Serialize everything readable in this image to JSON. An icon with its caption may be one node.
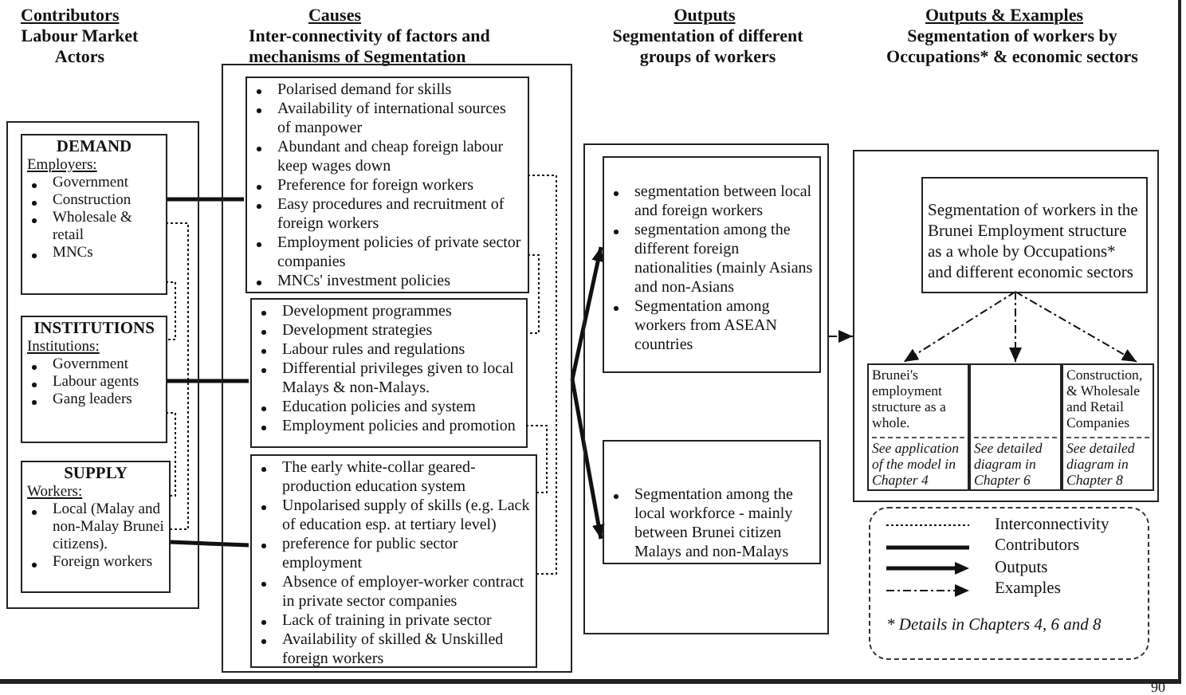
{
  "diagram": {
    "nodes": [
      {
        "text": [],
        "shape": "box"
      },
      {
        "text": [
          "DEMAND",
          "Employers:",
          "Government",
          "Construction",
          "Wholesale & retail",
          "MNCs"
        ],
        "in": 0
      },
      {
        "text": [
          "INSTITUTIONS",
          "Institutions:",
          "Government",
          "Labour agents",
          "Gang leaders"
        ],
        "in": 0
      },
      {
        "text": [
          "SUPPLY",
          "Workers:",
          "Local (Malay and non-Malay Brunei citizens).",
          "Foreign workers"
        ],
        "in": 0
      },
      {
        "text": [],
        "shape": "box"
      },
      {
        "text": [
          "Polarised demand for skills",
          "Availability of international sources of manpower",
          "Abundant and cheap foreign labour keep wages down",
          "Preference for foreign workers",
          "Easy procedures and recruitment of foreign workers",
          "Employment policies of private sector companies",
          "MNCs' investment policies"
        ],
        "in": 4
      },
      {
        "text": [
          "Development programmes",
          "Development strategies",
          "Labour rules and regulations",
          "Differential privileges given to local Malays & non-Malays.",
          "Education policies and system",
          "Employment policies and promotion"
        ],
        "in": 4
      },
      {
        "text": [
          "The early white-collar geared-production education system",
          "Unpolarised supply of skills (e.g. Lack of education esp. at tertiary level)",
          "preference for public sector employment",
          "Absence of employer-worker contract in private sector companies",
          "Lack of training in private sector",
          "Availability of skilled & Unskilled foreign workers"
        ],
        "in": 4
      },
      {
        "text": [],
        "shape": "box"
      },
      {
        "text": [
          "segmentation between local and foreign workers",
          "segmentation among the different foreign nationalities (mainly Asians and non-Asians",
          "Segmentation among workers from ASEAN countries"
        ],
        "in": 8
      },
      {
        "text": [
          "Segmentation among the local workforce - mainly between Brunei citizen Malays and non-Malays"
        ],
        "in": 8
      },
      {
        "text": [],
        "shape": "box"
      },
      {
        "text": [
          "Segmentation of workers in the Brunei Employment structure as a whole by Occupations* and different economic sectors"
        ],
        "in": 11
      },
      {
        "text": [
          "Brunei's employment structure as a whole.",
          "See application of the model in Chapter 4"
        ],
        "in": 11
      },
      {
        "text": [
          "See detailed diagram in Chapter 6"
        ],
        "in": 11
      },
      {
        "text": [
          "Construction, & Wholesale and Retail Companies",
          "See detailed diagram in Chapter 8"
        ],
        "in": 11
      }
    ],
    "edges": [
      {
        "from": 1,
        "to": 5,
        "arrow": "none",
        "style": "thick"
      },
      {
        "from": 2,
        "to": 6,
        "arrow": "none",
        "style": "thick"
      },
      {
        "from": 3,
        "to": 7,
        "arrow": "none",
        "style": "thick"
      },
      {
        "from": 1,
        "to": 2,
        "arrow": "none",
        "style": "dashed"
      },
      {
        "from": 2,
        "to": 3,
        "arrow": "none",
        "style": "dashed"
      },
      {
        "from": 1,
        "to": 3,
        "arrow": "none",
        "style": "dashed"
      },
      {
        "from": 5,
        "to": 6,
        "arrow": "none",
        "style": "dashed"
      },
      {
        "from": 6,
        "to": 7,
        "arrow": "none",
        "style": "dashed"
      },
      {
        "from": 5,
        "to": 7,
        "arrow": "none",
        "style": "dashed"
      },
      {
        "from": 4,
        "to": 9,
        "arrow": "to",
        "style": "thick"
      },
      {
        "from": 4,
        "to": 10,
        "arrow": "to",
        "style": "thick"
      },
      {
        "from": 8,
        "to": 11,
        "arrow": "to",
        "style": "dashed"
      },
      {
        "from": 12,
        "to": 13,
        "arrow": "to",
        "style": "dashed"
      },
      {
        "from": 12,
        "to": 14,
        "arrow": "to",
        "style": "dashed"
      },
      {
        "from": 12,
        "to": 15,
        "arrow": "to",
        "style": "dashed"
      }
    ],
    "labels": [
      "Contributors",
      "Labour Market Actors",
      "Causes",
      "Inter-connectivity of factors and mechanisms of Segmentation",
      "Outputs",
      "Segmentation of different groups of workers",
      "Outputs & Examples",
      "Segmentation of workers by Occupations* & economic sectors",
      "* Details in Chapters 4, 6 and 8",
      "90"
    ],
    "legend": [
      {
        "text": "Interconnectivity"
      },
      {
        "text": "Contributors"
      },
      {
        "text": "Outputs"
      },
      {
        "text": "Examples"
      }
    ]
  }
}
